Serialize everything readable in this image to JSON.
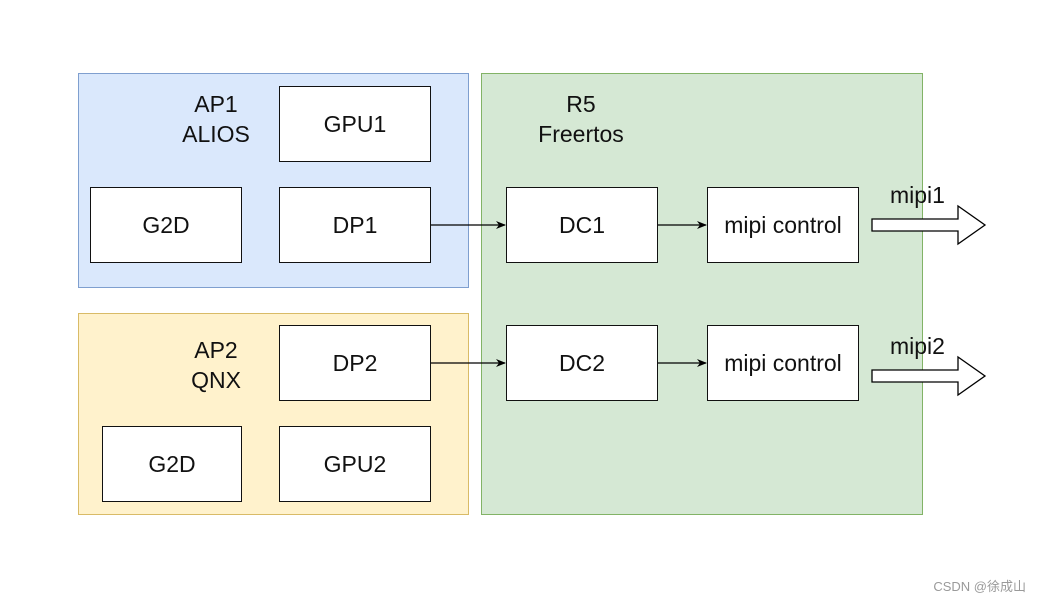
{
  "ap1": {
    "title_line1": "AP1",
    "title_line2": "ALIOS",
    "gpu": "GPU1",
    "g2d": "G2D",
    "dp": "DP1"
  },
  "ap2": {
    "title_line1": "AP2",
    "title_line2": "QNX",
    "dp": "DP2",
    "g2d": "G2D",
    "gpu": "GPU2"
  },
  "r5": {
    "title_line1": "R5",
    "title_line2": "Freertos",
    "dc1": "DC1",
    "dc2": "DC2",
    "mipi_control_1": "mipi control",
    "mipi_control_2": "mipi control"
  },
  "outputs": {
    "mipi1": "mipi1",
    "mipi2": "mipi2"
  },
  "colors": {
    "ap1_fill": "#dae8fc",
    "ap2_fill": "#fff2cc",
    "r5_fill": "#d5e8d4"
  },
  "watermark": "CSDN @徐成山"
}
